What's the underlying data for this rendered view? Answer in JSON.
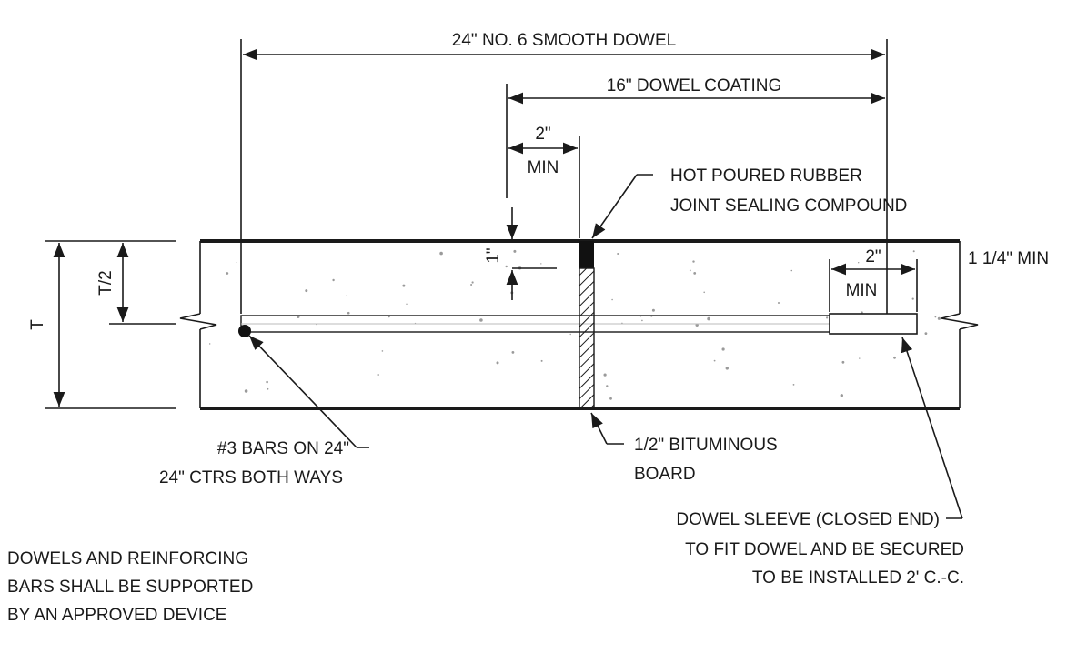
{
  "dimensions": {
    "dowel_length": "24\" NO. 6 SMOOTH DOWEL",
    "dowel_coating": "16\" DOWEL COATING",
    "left_min_value": "2\"",
    "left_min_label": "MIN",
    "sealant_depth": "1\"",
    "right_min_value": "2\"",
    "right_min_label": "MIN",
    "sleeve_clearance": "1 1/4\" MIN",
    "slab_thickness": "T",
    "half_thickness": "T/2"
  },
  "callouts": {
    "sealant_line1": "HOT POURED RUBBER",
    "sealant_line2": "JOINT SEALING COMPOUND",
    "bars_line1": "#3 BARS ON 24\"",
    "bars_line2": "24\" CTRS BOTH WAYS",
    "board_line1": "1/2\" BITUMINOUS",
    "board_line2": "BOARD",
    "sleeve_line1": "DOWEL SLEEVE (CLOSED END)",
    "sleeve_line2": "TO FIT DOWEL AND BE SECURED",
    "sleeve_line3": "TO BE INSTALLED 2' C.-C."
  },
  "notes": {
    "line1": "DOWELS AND REINFORCING",
    "line2": "BARS SHALL BE SUPPORTED",
    "line3": "BY AN APPROVED DEVICE"
  },
  "colors": {
    "ink": "#1a1a1a",
    "sealant_fill": "#111111",
    "concrete_speck": "#9a9a9a"
  }
}
